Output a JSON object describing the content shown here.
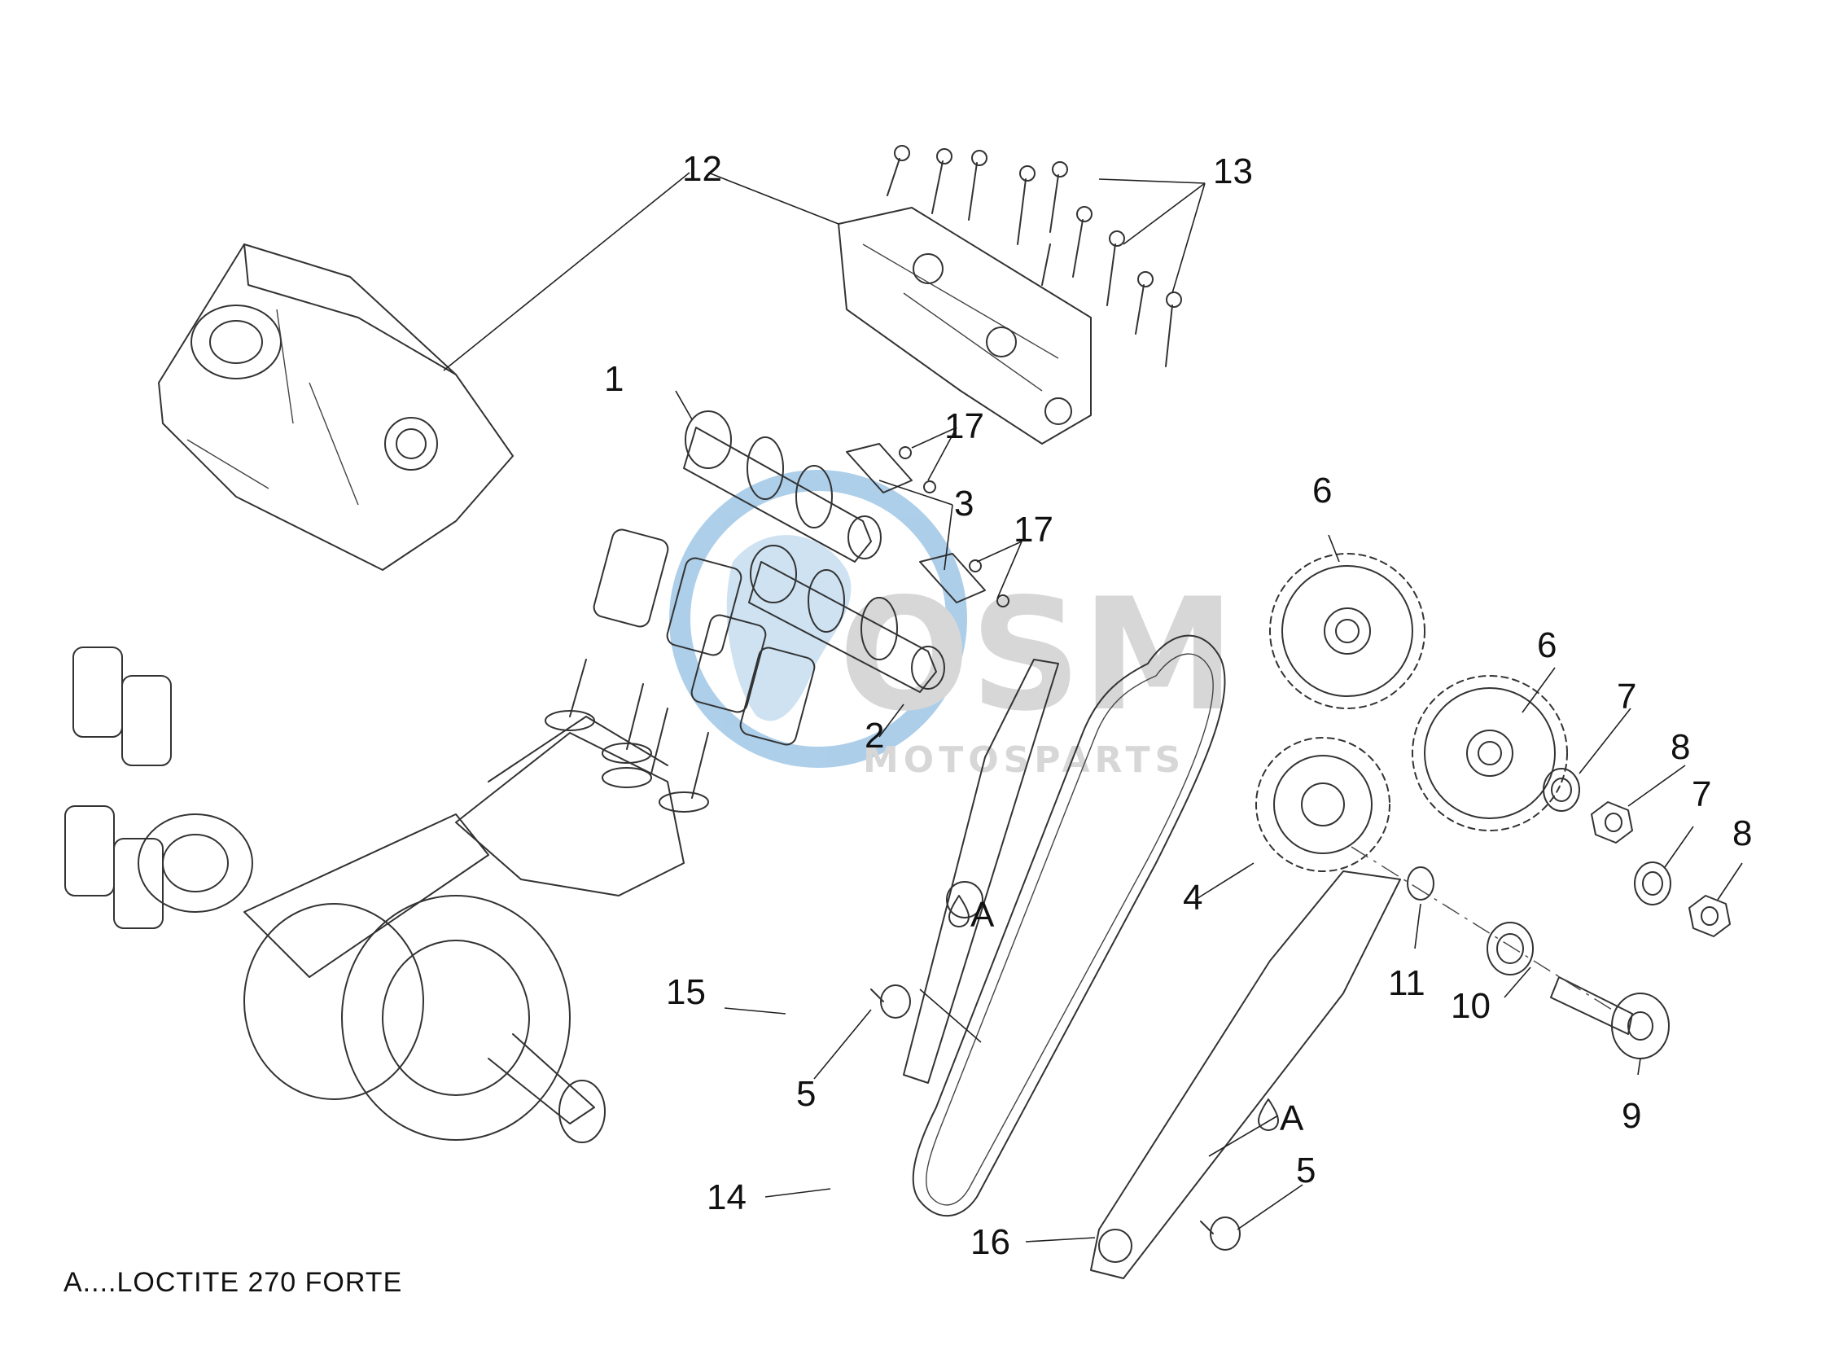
{
  "legend": {
    "text": "A....LOCTITE 270 FORTE"
  },
  "watermark": {
    "brand": "OSM",
    "sub": "MOTOSPARTS",
    "color_blue": "#6aa7d8",
    "color_grey": "#b8b8b8"
  },
  "loctite_marker": "A",
  "callouts": {
    "c1": "1",
    "c2": "2",
    "c3": "3",
    "c4": "4",
    "c5a": "5",
    "c5b": "5",
    "c6a": "6",
    "c6b": "6",
    "c7a": "7",
    "c7b": "7",
    "c8a": "8",
    "c8b": "8",
    "c9": "9",
    "c10": "10",
    "c11": "11",
    "c12": "12",
    "c13": "13",
    "c14": "14",
    "c15": "15",
    "c16": "16",
    "c17a": "17",
    "c17b": "17"
  },
  "icons": [
    "drop-icon"
  ]
}
